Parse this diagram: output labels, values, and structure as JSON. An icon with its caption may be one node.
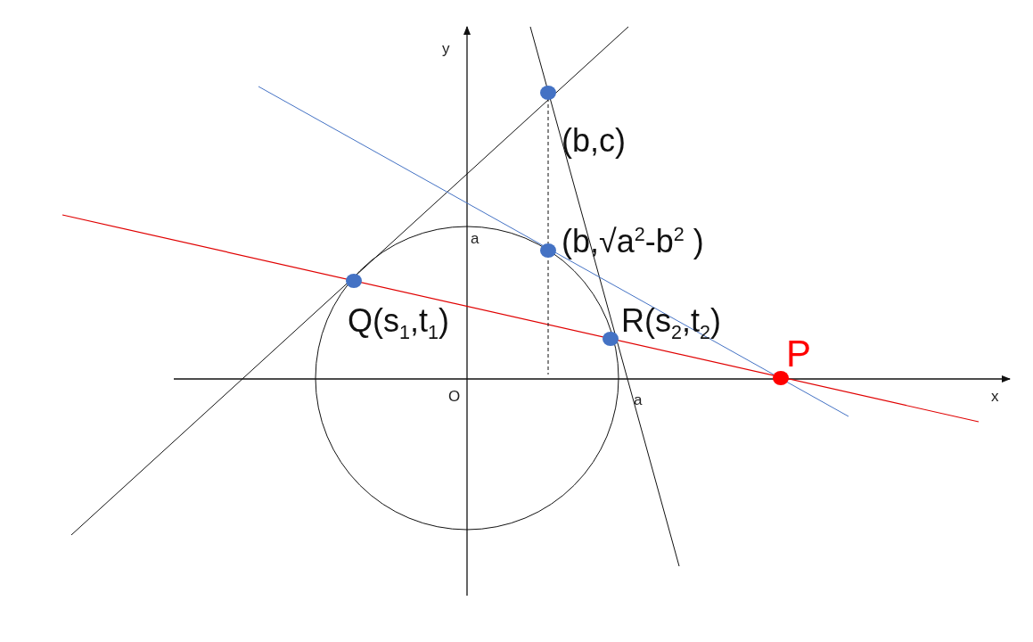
{
  "diagram": {
    "nodes": [
      {
        "text": [],
        "shape": "circle",
        "beside": [
          "(b,c)"
        ]
      },
      {
        "text": [],
        "shape": "circle",
        "beside": [
          "(b,√a$^{2}$-b$^{2}$ )"
        ]
      },
      {
        "text": [],
        "shape": "circle",
        "beside": [
          "Q(s$_{1}$,t$_{1}$)"
        ]
      },
      {
        "text": [],
        "shape": "circle",
        "beside": [
          "R(s$_{2}$,t$_{2}$)"
        ]
      },
      {
        "text": [],
        "shape": "circle",
        "beside": [
          "P"
        ]
      }
    ],
    "labels": [
      "y",
      "a",
      "O",
      "a",
      "x"
    ]
  }
}
